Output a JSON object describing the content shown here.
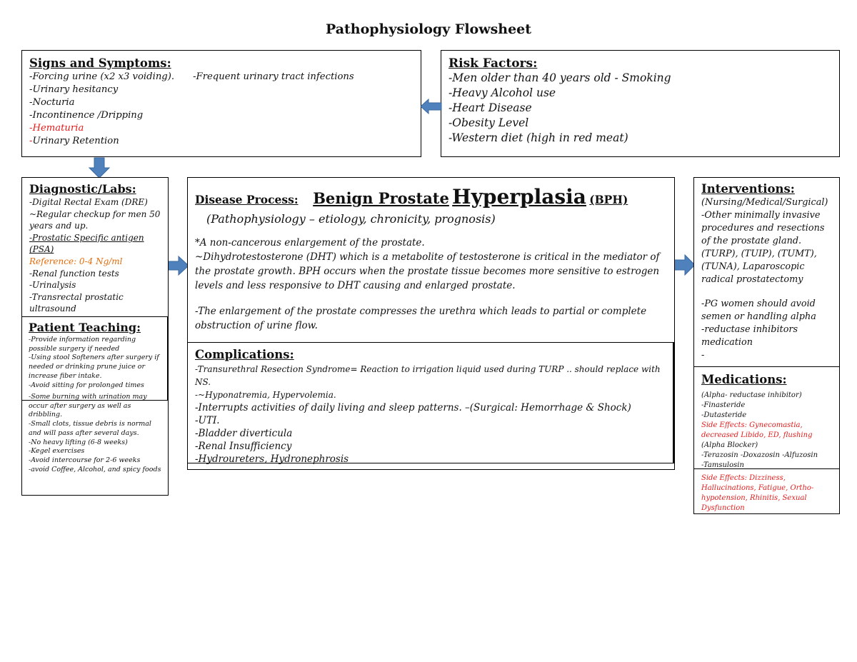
{
  "title": "Pathophysiology Flowsheet",
  "signs": {
    "heading": "Signs and Symptoms:",
    "line1_a": "-Forcing urine (x2 x3 voiding).",
    "line1_b": "-Frequent urinary tract infections",
    "items": [
      "-Urinary hesitancy",
      "-Nocturia",
      "-Incontinence /Dripping"
    ],
    "hematuria": "-Hematuria",
    "retention": "Urinary Retention",
    "retention_dash": "-",
    "colors": {
      "highlight": "#e41b1b"
    }
  },
  "risk": {
    "heading": "Risk Factors:",
    "items": [
      "-Men older than 40 years old - Smoking",
      "-Heavy Alcohol use",
      "-Heart Disease",
      "-Obesity Level",
      "-Western diet (high in red meat)"
    ]
  },
  "diagnostic": {
    "heading": "Diagnostic/Labs:",
    "items": [
      "-Digital Rectal Exam (DRE)",
      "~Regular checkup for men 50 years and up."
    ],
    "psa": "-Prostatic Specific antigen (PSA)",
    "reference": "Reference: 0-4 Ng/ml",
    "items2": [
      "-Renal function tests",
      "-Urinalysis",
      "-Transrectal prostatic ultrasound"
    ],
    "colors": {
      "reference": "#e36c0a"
    }
  },
  "teaching": {
    "heading": "Patient Teaching:",
    "items": [
      "-Provide information regarding possible surgery if needed",
      "-Using stool Softeners after surgery if needed or drinking prune juice or increase fiber intake.",
      "-Avoid sitting for prolonged times",
      "-Some burning with urination may occur after surgery as well as dribbling.",
      "-Small clots, tissue debris is normal and will pass after several days.",
      "-No heavy lifting (6-8 weeks)",
      "-Kegel exercises",
      "-Avoid intercourse for 2-6 weeks",
      "-avoid Coffee, Alcohol, and spicy foods"
    ]
  },
  "disease": {
    "label": "Disease Process:",
    "name_a": "Benign Prostate",
    "name_b": "Hyperplasia",
    "name_c": "(BPH)",
    "subtitle": "(Pathophysiology – etiology, chronicity, prognosis)",
    "p1": "*A non-cancerous enlargement of the prostate.",
    "p2": "~Dihydrotestosterone (DHT) which is a metabolite of testosterone is critical in the mediator of the prostate growth. BPH occurs when the prostate tissue becomes more sensitive to estrogen levels and less responsive to DHT causing and enlarged prostate.",
    "p3": "-The enlargement of the prostate compresses the urethra which leads to partial or complete obstruction of urine flow."
  },
  "complications": {
    "heading": "Complications:",
    "turp": "-Transurethral Resection Syndrome= Reaction to irrigation liquid used during TURP .. should replace with NS.",
    "items": [
      "-~Hyponatremia, Hypervolemia.",
      "-Interrupts activities of daily living and sleep patterns.    –(Surgical: Hemorrhage & Shock)",
      "-UTI.",
      "-Bladder diverticula",
      "-Renal Insufficiency",
      "-Hydroureters, Hydronephrosis"
    ]
  },
  "interventions": {
    "heading": "Interventions:",
    "items": [
      "(Nursing/Medical/Surgical)",
      "-Other minimally invasive procedures and resections of the prostate gland. (TURP), (TUIP), (TUMT), (TUNA), Laparoscopic radical prostatectomy"
    ],
    "items2": [
      "-PG women should avoid semen or handling alpha",
      "-reductase inhibitors medication",
      "-"
    ]
  },
  "medications": {
    "heading": "Medications:",
    "g1": [
      "(Alpha- reductase inhibitor)",
      "-Finasteride",
      "-Dutasteride"
    ],
    "se1": "Side Effects: Gynecomastia, decreased Libido, ED, flushing",
    "g2": [
      "(Alpha Blocker)",
      "-Terazosin -Doxazosin -Alfuzosin",
      "-Tamsulosin"
    ],
    "se2": "Side Effects: Dizziness, Hallucinations, Fatigue, Ortho-hypotension, Rhinitis, Sexual Dysfunction",
    "colors": {
      "side_effects": "#e41b1b"
    }
  },
  "arrows": {
    "color": "#4f81bd",
    "icons": [
      "arrow-left-icon",
      "arrow-down-icon",
      "arrow-right-icon",
      "arrow-right-icon"
    ]
  }
}
